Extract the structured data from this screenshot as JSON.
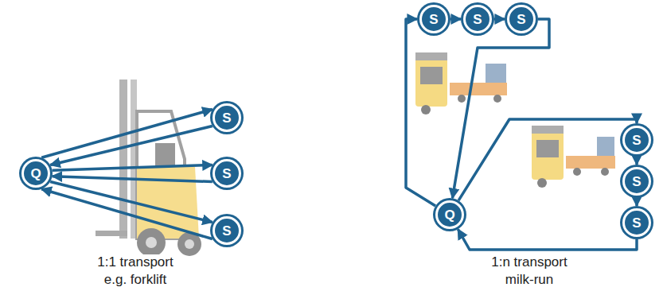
{
  "diagram": {
    "nodes": [
      {
        "text": [
          "Q"
        ]
      },
      {
        "text": [
          "S"
        ]
      },
      {
        "text": [
          "S"
        ]
      },
      {
        "text": [
          "S"
        ]
      },
      {
        "text": [
          "Q"
        ]
      },
      {
        "text": [
          "S"
        ]
      },
      {
        "text": [
          "S"
        ]
      },
      {
        "text": [
          "S"
        ]
      },
      {
        "text": [
          "S"
        ]
      },
      {
        "text": [
          "S"
        ]
      },
      {
        "text": [
          "S"
        ]
      }
    ],
    "edges": [
      {
        "from": 0,
        "to": 1,
        "arrow": "to"
      },
      {
        "from": 1,
        "to": 0,
        "arrow": "to"
      },
      {
        "from": 0,
        "to": 2,
        "arrow": "to"
      },
      {
        "from": 2,
        "to": 0,
        "arrow": "to"
      },
      {
        "from": 0,
        "to": 3,
        "arrow": "to"
      },
      {
        "from": 3,
        "to": 0,
        "arrow": "to"
      },
      {
        "from": 4,
        "to": 5,
        "arrow": "to"
      },
      {
        "from": 5,
        "to": 6,
        "arrow": "to"
      },
      {
        "from": 6,
        "to": 7,
        "arrow": "to"
      },
      {
        "from": 7,
        "to": 4,
        "arrow": "to"
      },
      {
        "from": 4,
        "to": 8,
        "arrow": "to"
      },
      {
        "from": 8,
        "to": 9,
        "arrow": "to"
      },
      {
        "from": 9,
        "to": 10,
        "arrow": "to"
      },
      {
        "from": 10,
        "to": 4,
        "arrow": "to"
      }
    ],
    "labels": [
      "1:1 transport",
      "e.g. forklift",
      "1:n transport",
      "milk-run"
    ]
  }
}
